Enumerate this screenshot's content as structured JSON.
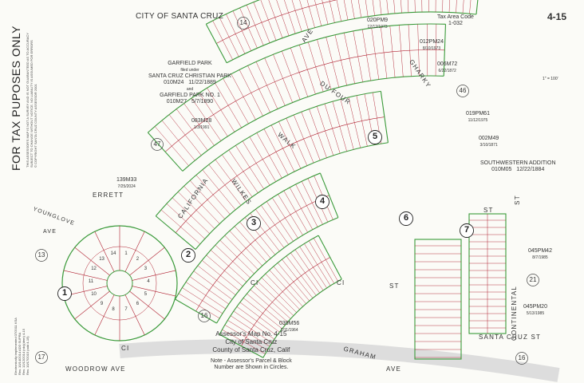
{
  "map": {
    "city_title": "CITY OF SANTA CRUZ",
    "map_number": "4-15",
    "tax_area": {
      "label": "Tax Area Code",
      "code": "1-032"
    },
    "side_text": "FOR TAX PUPOSES ONLY",
    "disclaimer_lines": [
      "THIS ASSESSOR'S MAP IS NOT A SURVEY AND IS NOT GUARANTEED AS TO ACCURACY",
      "SUBJECT TO CHANGE WITHOUT NOTICE. NO LIABILITY IS ASSUMED FOR ERRORS",
      "© COPYRIGHT SANTA CRUZ COUNTY ASSESSOR 2001"
    ],
    "revision_notes": [
      "Electronically implemented 07/2011 KSA",
      "Rev. 10/14/2014 ADD SUPRA",
      "Rev. 12/12/2014 (rdc)(dem) 4-15",
      "Rev. 10/17/2015 (add 4-15)"
    ],
    "scale": "1\" = 100'",
    "subdivisions": {
      "garfield": {
        "title": "GARFIELD PARK",
        "filed": "filed under",
        "christian": "SANTA CRUZ CHRISTIAN PARK",
        "m1": "010M24",
        "d1": "11/22/1889",
        "and": "and",
        "gp1": "GARFIELD PARK NO. 1",
        "m2": "010M27",
        "d2": "5/7/1890"
      },
      "southwestern": {
        "title": "SOUTHWESTERN ADDITION",
        "m": "010M05",
        "d": "12/22/1884"
      }
    },
    "recordings": [
      {
        "map": "020PM9",
        "date": "12/12/1973"
      },
      {
        "map": "012PM24",
        "date": "8/10/1973"
      },
      {
        "map": "006M72",
        "date": "6/22/1872"
      },
      {
        "map": "019PM61",
        "date": "11/12/1975"
      },
      {
        "map": "002M49",
        "date": "3/10/1871"
      },
      {
        "map": "083M28",
        "date": "1/3/1991"
      },
      {
        "map": "139M33",
        "date": "7/25/2024"
      },
      {
        "map": "045PM42",
        "date": "8/7/1985"
      },
      {
        "map": "045PM20",
        "date": "5/13/1985"
      },
      {
        "map": "039M56",
        "date": "2/11/1964"
      }
    ],
    "streets": {
      "ave_top": "AVE",
      "du_four": "DU FOUR",
      "gharky": "GHARKY",
      "walk": "WALK",
      "california": "CALIFORNIA",
      "wilkes": "WILKES",
      "errett": "ERRETT",
      "younglove": "YOUNGLOVE",
      "younglove_ave": "AVE",
      "ci_center": "CI",
      "ci_mid": "CI",
      "ci_circle": "CI",
      "st_mid": "ST",
      "graham": "GRAHAM",
      "graham_ave": "AVE",
      "woodrow": "WOODROW AVE",
      "santa_cruz_st": "SANTA CRUZ ST",
      "continental": "CONTINENTAL",
      "st_right": "ST",
      "st_far": "ST"
    },
    "neighbor_maps": [
      "14",
      "46",
      "47",
      "13",
      "17",
      "16",
      "21",
      "16"
    ],
    "blocks": [
      "1",
      "2",
      "3",
      "4",
      "5",
      "6",
      "7"
    ],
    "circle_lots": [
      "1",
      "2",
      "3",
      "4",
      "5",
      "6",
      "7",
      "8",
      "9",
      "10",
      "11",
      "12",
      "13",
      "14"
    ],
    "footer": {
      "l1": "Assessor's Map No. 4-15",
      "l2": "City of Santa Cruz",
      "l3": "County of Santa Cruz, Calif",
      "note1": "Note - Assessor's Parcel & Block",
      "note2": "Number are Shown in Circles."
    }
  }
}
